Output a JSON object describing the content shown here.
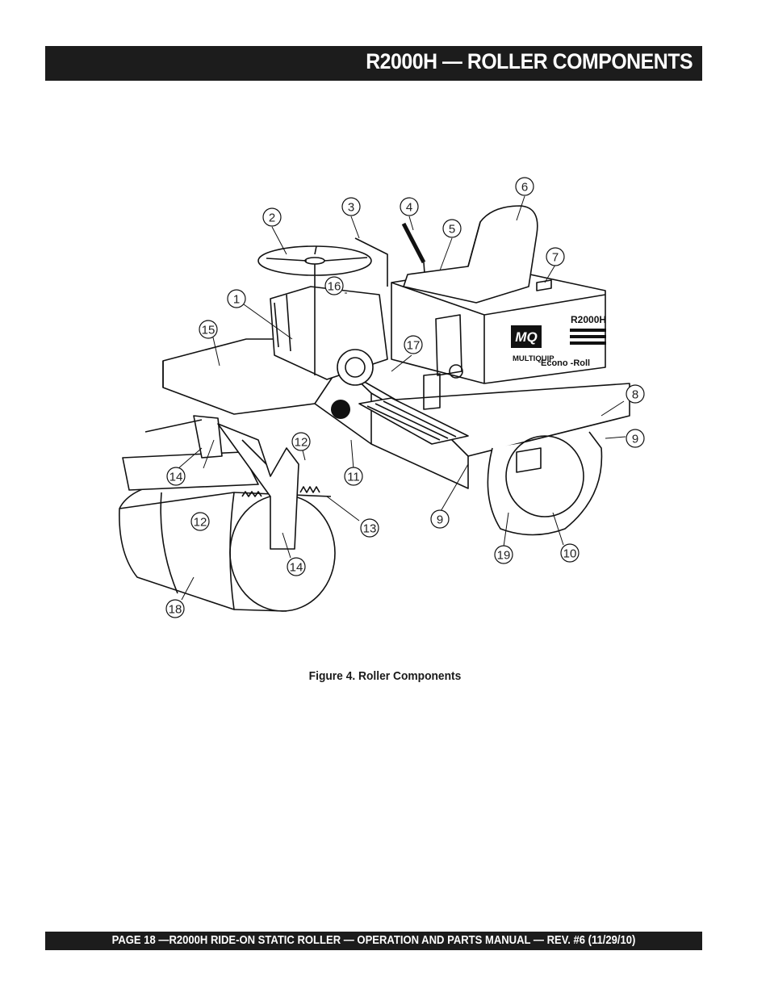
{
  "header": {
    "title": "R2000H — ROLLER COMPONENTS"
  },
  "figure": {
    "caption": "Figure 4. Roller Components",
    "machine_model_label": "R2000H",
    "brand_label": "MULTIQUIP",
    "logo_text": "MQ",
    "series_label": "Econo -Roll",
    "callouts": [
      "1",
      "2",
      "3",
      "4",
      "5",
      "6",
      "7",
      "8",
      "9",
      "9",
      "10",
      "11",
      "12",
      "12",
      "13",
      "14",
      "14",
      "15",
      "16",
      "17",
      "18",
      "19"
    ]
  },
  "footer": {
    "text": "PAGE 18 —R2000H RIDE-ON STATIC ROLLER  — OPERATION AND PARTS MANUAL — REV. #6 (11/29/10)"
  }
}
